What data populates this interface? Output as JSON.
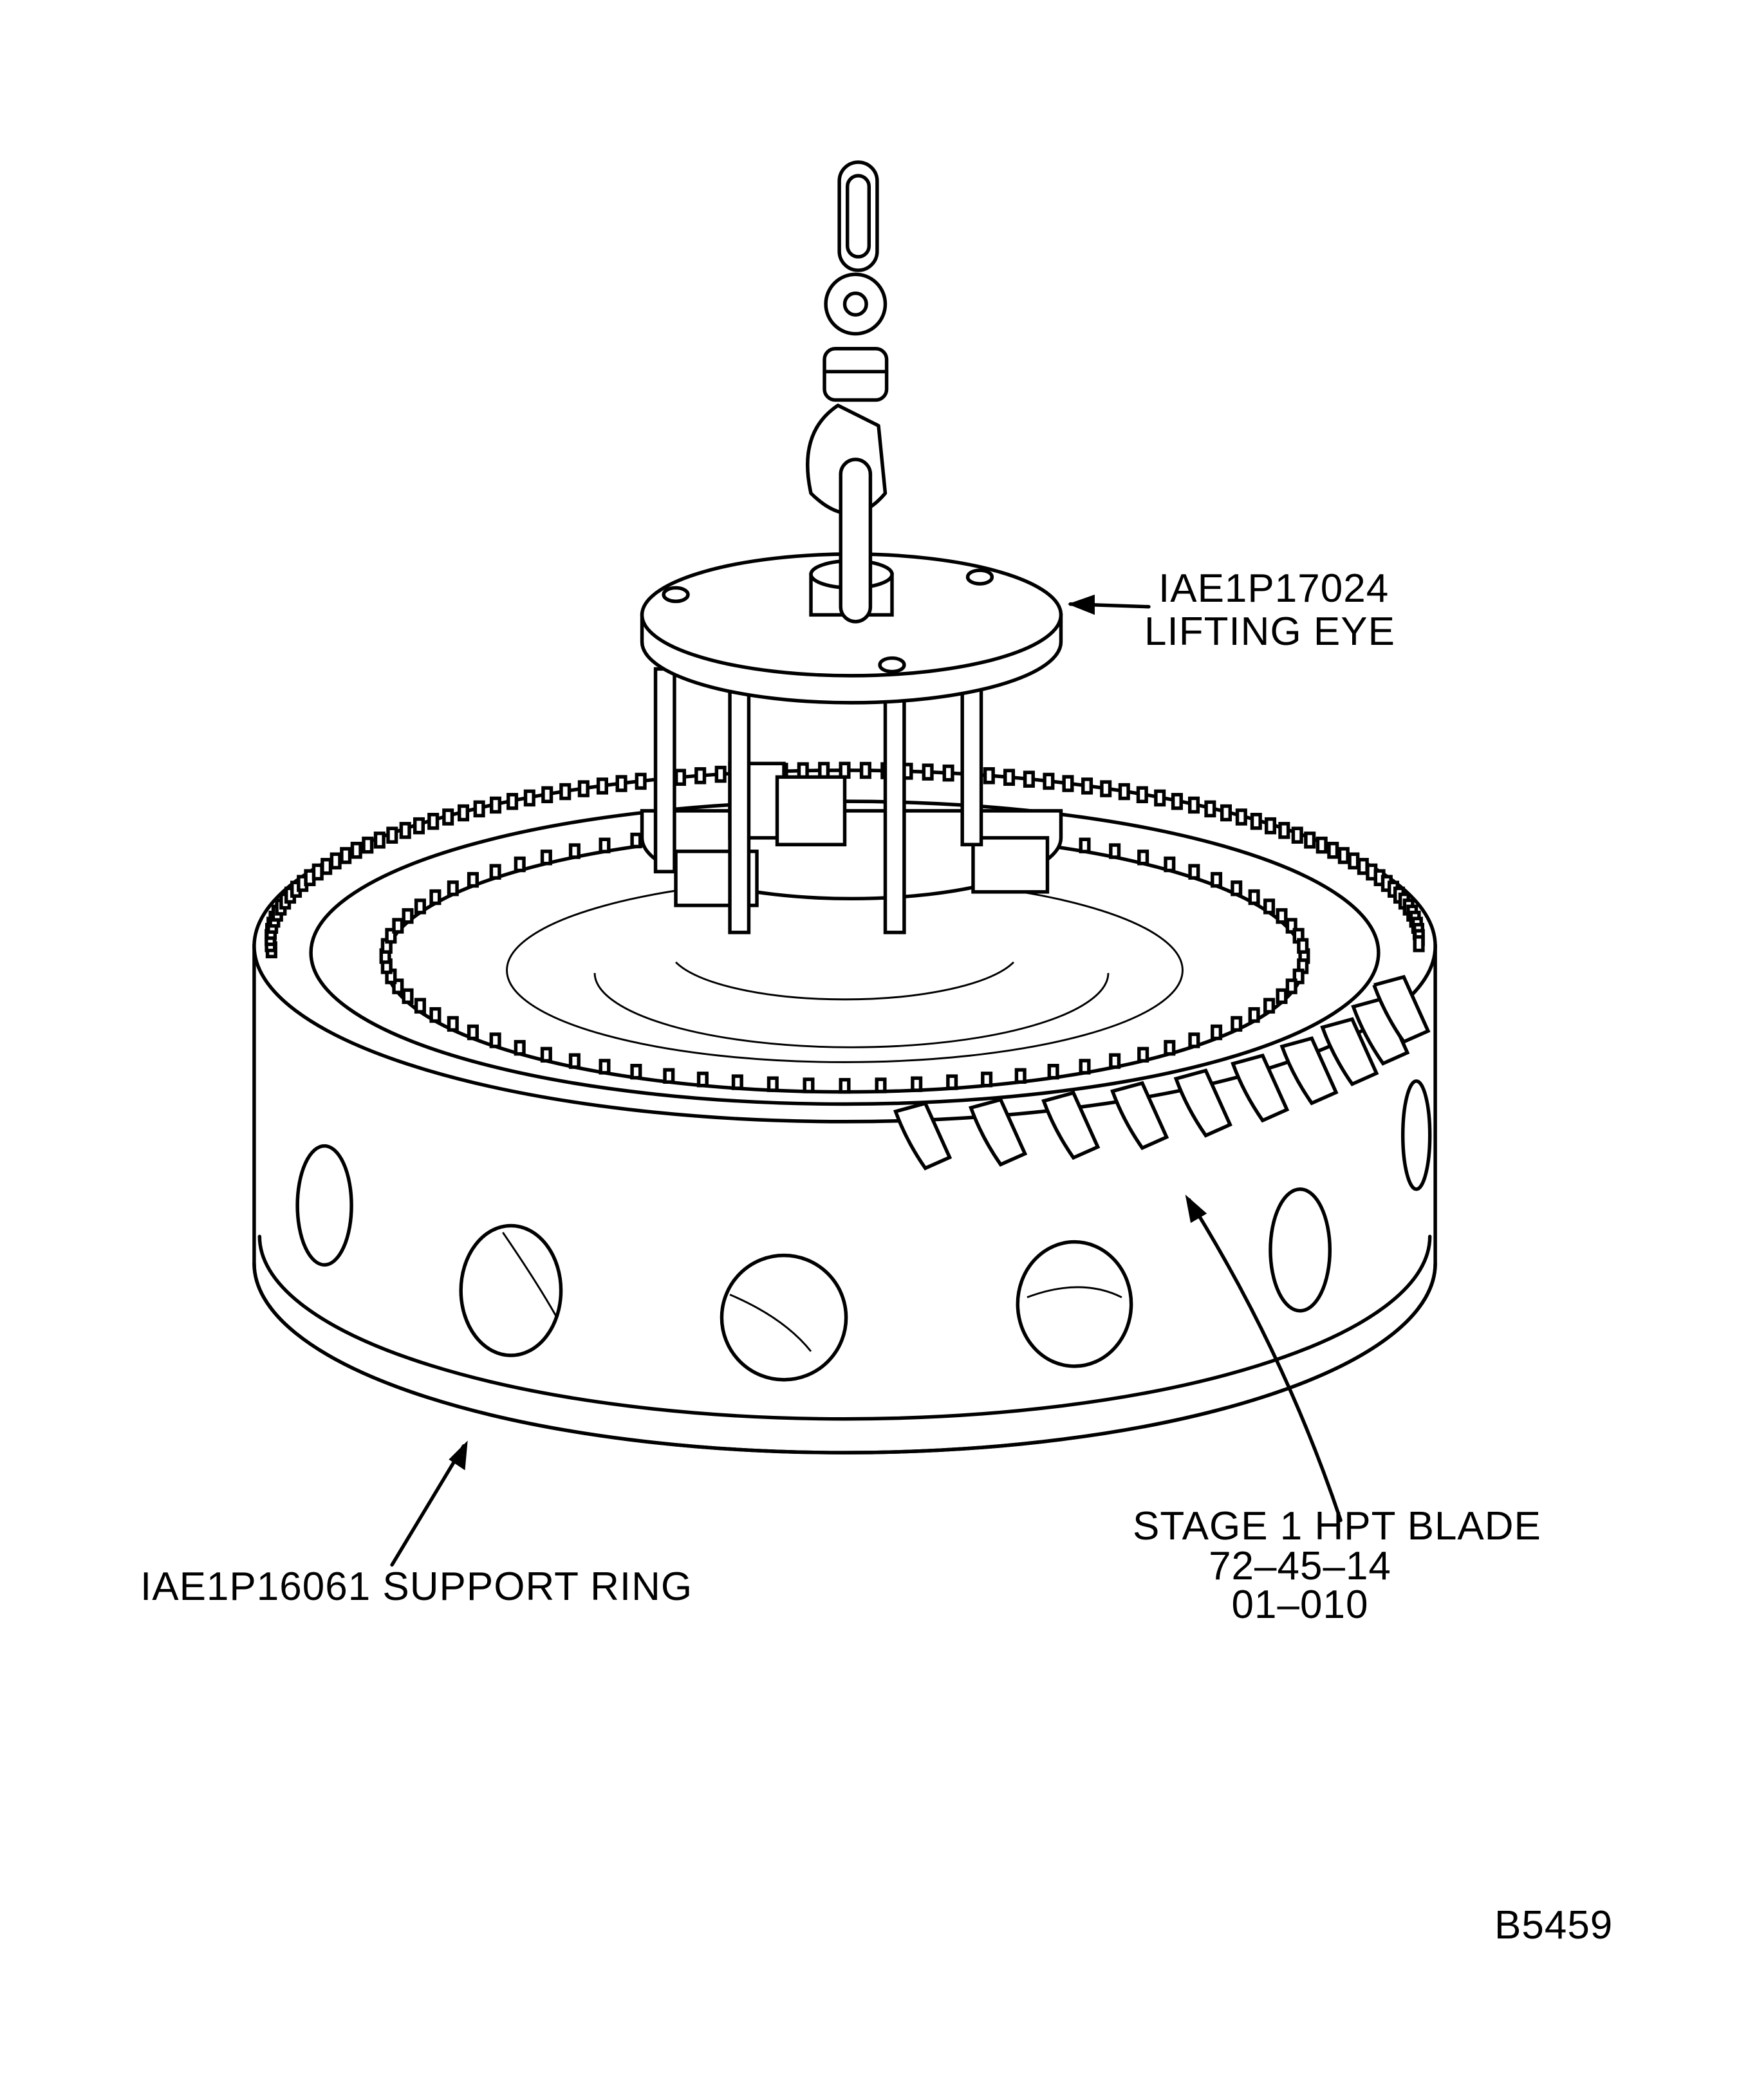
{
  "callouts": {
    "lifting_eye": {
      "part_number": "IAE1P17024",
      "name": "LIFTING EYE"
    },
    "blade": {
      "name": "STAGE 1 HPT BLADE",
      "ref1": "72–45–14",
      "ref2": "01–010"
    },
    "support_ring": {
      "label": "IAE1P16061 SUPPORT RING"
    }
  },
  "figure_id": "B5459"
}
